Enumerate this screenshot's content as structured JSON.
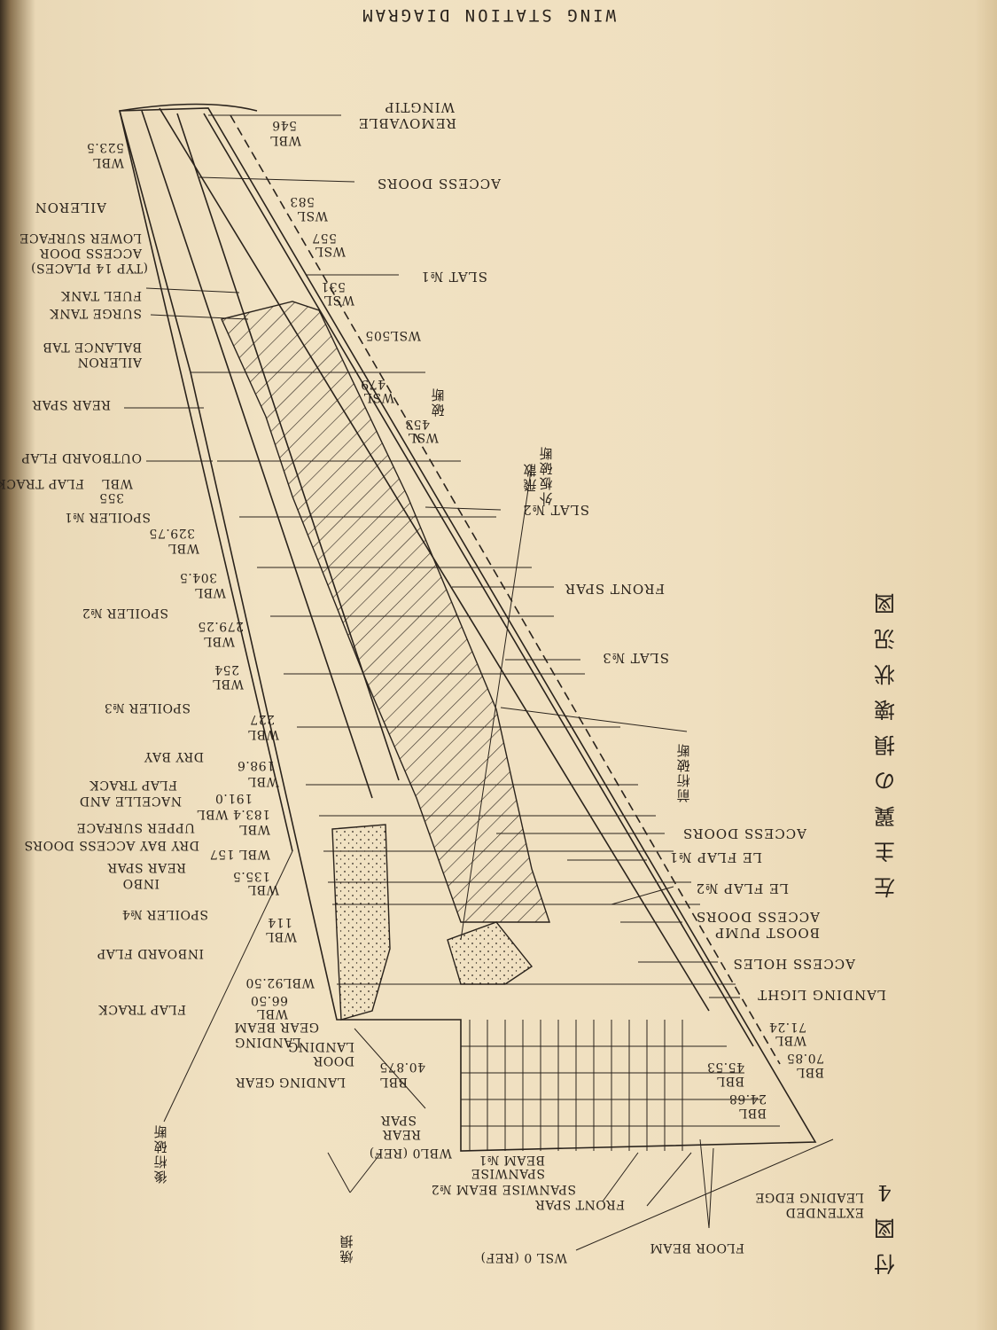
{
  "title": "WING STATION DIAGRAM",
  "jp_title": "左主翼の損壊状況図",
  "figure_no": "付図4",
  "colors": {
    "paper": "#efdfbf",
    "ink": "#2a231c"
  },
  "labels": {
    "removable_wingtip_1": "REMOVABLE",
    "removable_wingtip_2": "WINGTIP",
    "wbl_546_1": "WBL",
    "wbl_546_2": "546",
    "wbl_523_1": "WBL",
    "wbl_523_2": "523.5",
    "access_doors_top": "ACCESS DOORS",
    "wsl_583_1": "WSL",
    "wsl_583_2": "583",
    "aileron": "AILERON",
    "lower_surface_1": "LOWER SURFACE",
    "lower_surface_2": "ACCESS DOOR",
    "lower_surface_3": "(TYP 14 PLACES)",
    "wsl_557_1": "WSL",
    "wsl_557_2": "557",
    "slat_1": "SLAT №1",
    "fuel_tank": "FUEL TANK",
    "wsl_531_1": "WSL",
    "wsl_531_2": "531",
    "surge_tank": "SURGE TANK",
    "wsl_505": "WSL505",
    "aileron_balance_1": "AILERON",
    "aileron_balance_2": "BALANCE TAB",
    "wsl_479_1": "WSL",
    "wsl_479_2": "479",
    "rear_spar_top": "REAR SPAR",
    "wsl_453_1": "WSL",
    "wsl_453_2": "453",
    "outboard_flap": "OUTBOARD FLAP",
    "flap_track_top": "FLAP TRACK",
    "wbl_355_1": "WBL",
    "wbl_355_2": "355",
    "slat_2": "SLAT №2",
    "spoiler_1": "SPOILER №1",
    "wbl_329_1": "WBL",
    "wbl_329_2": "329.75",
    "front_spar_mid": "FRONT SPAR",
    "wbl_304_1": "WBL",
    "wbl_304_2": "304.5",
    "spoiler_2": "SPOILER №2",
    "wbl_279_1": "WBL",
    "wbl_279_2": "279.25",
    "slat_3": "SLAT №3",
    "wbl_254_1": "WBL",
    "wbl_254_2": "254",
    "spoiler_3": "SPOILER №3",
    "wbl_227_1": "WBL",
    "wbl_227_2": "227",
    "dry_bay": "DRY BAY",
    "wbl_198_1": "WBL",
    "wbl_198_2": "198.6",
    "flap_track_191_1": "FLAP TRACK",
    "flap_track_191_2": "191.0",
    "nacelle_1": "NACELLE AND",
    "nacelle_2": "183.4 WBL",
    "upper_surface_1": "UPPER SURFACE",
    "upper_surface_2": "WBL",
    "access_doors_mid": "ACCESS DOORS",
    "dry_bay_doors": "DRY BAY ACCESS DOORS",
    "wbl_157": "WBL 157",
    "rear_spar_inbo": "REAR SPAR",
    "inbo": "INBO",
    "wbl_157b": "WBL 157",
    "le_flap_1": "LE FLAP №1",
    "wbl_135_1": "WBL",
    "wbl_135_2": "135.5",
    "le_flap_2": "LE FLAP №2",
    "spoiler_4": "SPOILER №4",
    "access_doors_boost_1": "ACCESS DOORS",
    "access_doors_boost_2": "BOOST PUMP",
    "wbl_114_1": "WBL",
    "wbl_114_2": "114",
    "inboard_flap": "INBOARD FLAP",
    "access_holes": "ACCESS HOLES",
    "wbl_92": "WBL92.50",
    "landing_light": "LANDING LIGHT",
    "wbl_66_1": "66.50",
    "wbl_66_2": "WBL",
    "flap_track_low": "FLAP TRACK",
    "landing_gear_beam_1": "GEAR BEAM",
    "landing_gear_beam_2": "LANDING",
    "wbl_71_1": "71.24",
    "wbl_71_2": "WBL",
    "bbl_70_1": "70.85",
    "bbl_70_2": "BBL",
    "door_1": "DOOR",
    "door_2": "LANDING",
    "landing_gear": "LANDING GEAR",
    "bbl_45_1": "45.53",
    "bbl_45_2": "BBL",
    "bbl_40_1": "40.875",
    "bbl_40_2": "BBL",
    "bbl_24_1": "24.68",
    "bbl_24_2": "BBL",
    "rear_spar_low_1": "SPAR",
    "rear_spar_low_2": "REAR",
    "wbl_0": "WBL0 (REF)",
    "spanwise_1_1": "BEAM №1",
    "spanwise_1_2": "SPANWISE",
    "spanwise_2": "SPANWISE BEAM №2",
    "front_spar_low": "FRONT SPAR",
    "extended_1": "LEADING EDGE",
    "extended_2": "EXTENDED",
    "floor_beam": "FLOOR BEAM",
    "wsl_0": "WSL 0 (REF)"
  },
  "jp_labels": {
    "hadan": "破断",
    "gaiban_1": "外板破断",
    "gaiban_2": "飛散",
    "maeketa": "前桁破断",
    "kouketa": "後桁破断",
    "shouson": "焼損"
  }
}
